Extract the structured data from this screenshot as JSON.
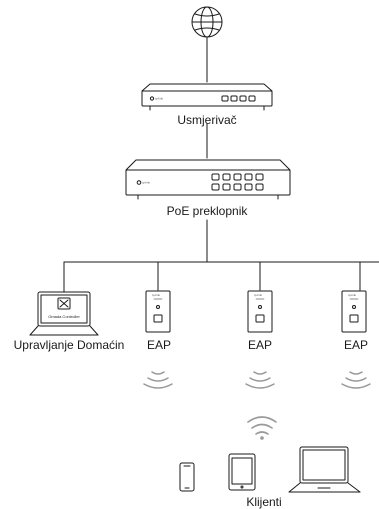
{
  "nodes": {
    "router": {
      "label": "Usmjerivač",
      "brand": "tp-link"
    },
    "switch": {
      "label": "PoE preklopnik",
      "brand": "tp-link"
    },
    "controller": {
      "label": "Upravljanje Domaćin",
      "screen_text": "Omada Controller"
    },
    "eaps": [
      {
        "label": "EAP",
        "brand": "tp-link"
      },
      {
        "label": "EAP",
        "brand": "tp-link"
      },
      {
        "label": "EAP",
        "brand": "tp-link"
      }
    ],
    "clients": {
      "label": "Klijenti"
    }
  },
  "icons": [
    "internet-globe-icon",
    "wifi-signal-icon",
    "phone-icon",
    "tablet-icon",
    "laptop-icon",
    "tools-icon"
  ],
  "colors": {
    "stroke": "#1a1a1a",
    "background": "#ffffff"
  }
}
